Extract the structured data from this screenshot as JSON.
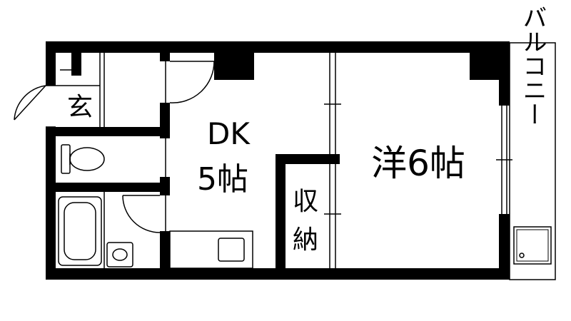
{
  "rooms": {
    "entrance": "玄",
    "dk_name": "DK",
    "dk_size": "5帖",
    "western_room": "洋6帖",
    "storage_line1": "収",
    "storage_line2": "納",
    "balcony": "バルコニー"
  },
  "colors": {
    "wall": "#000000",
    "fixture": "#000000",
    "background": "#ffffff"
  }
}
